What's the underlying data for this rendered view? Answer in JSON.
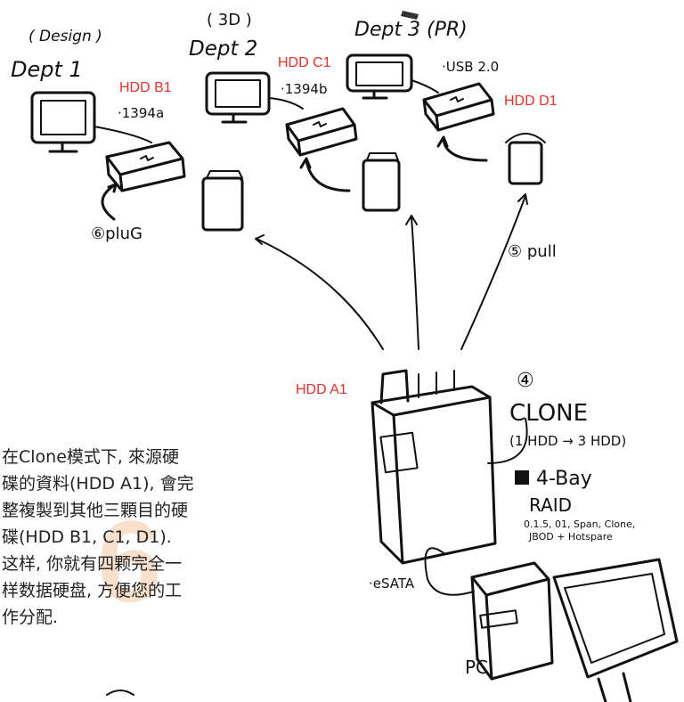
{
  "labels": {
    "design_note": "( Design )",
    "dept1": "Dept 1",
    "note_3d": "( 3D )",
    "dept2": "Dept 2",
    "dept3": "Dept 3 (PR)",
    "hdd_b1": "HDD B1",
    "hdd_c1": "HDD C1",
    "hdd_d1": "HDD D1",
    "hdd_a1": "HDD A1",
    "port_b": "·1394a",
    "port_c": "·1394b",
    "port_d": "·USB 2.0",
    "plug": "⑥pluG",
    "pull": "⑤ pull",
    "step4": "④",
    "clone": "CLONE",
    "clone_desc": "(1 HDD → 3 HDD)",
    "bay": "4-Bay",
    "raid": "RAID",
    "raid_modes_1": "0.1.5, 01, Span, Clone,",
    "raid_modes_2": "JBOD + Hotspare",
    "esata": "·eSATA",
    "pc": "PC"
  },
  "description": {
    "line1": "在Clone模式下, 來源硬",
    "line2": "碟的資料(HDD A1), 會完",
    "line3": "整複製到其他三顆目的硬",
    "line4": "碟(HDD B1, C1, D1).",
    "line5": "这样, 你就有四颗完全一",
    "line6": "样数据硬盘, 方便您的工",
    "line7": "作分配."
  },
  "watermark": "6",
  "colors": {
    "red_label": "#e8302a",
    "ink": "#111111",
    "blue_text": "#2a3aa8",
    "watermark": "#f3c8a4"
  }
}
